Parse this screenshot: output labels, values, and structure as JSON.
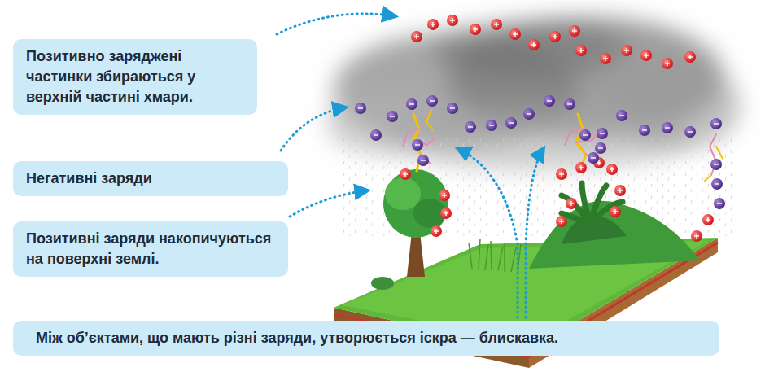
{
  "diagram": {
    "nodes": [
      {
        "text": [
          "Позитивно заряджені частинки збираються у верхній частині хмари."
        ]
      },
      {
        "text": [
          "Негативні заряди"
        ]
      },
      {
        "text": [
          "Позитивні заряди накопичуються на поверхні землі."
        ]
      },
      {
        "text": [
          "Між об’єктами, що мають різні заряди, утворюється іскра — блискавка."
        ]
      }
    ]
  }
}
